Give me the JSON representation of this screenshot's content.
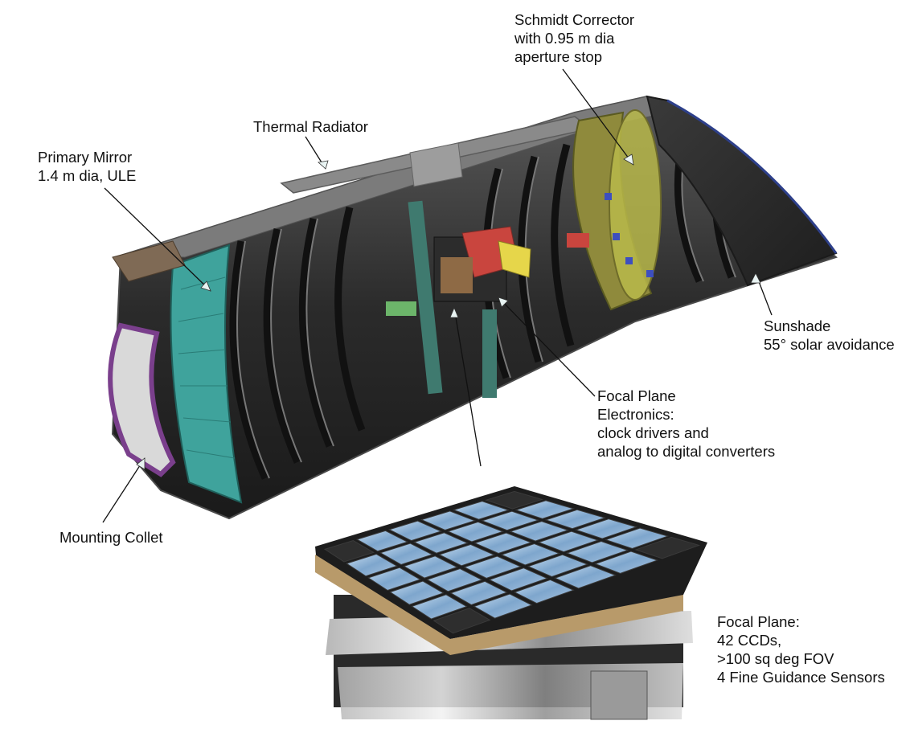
{
  "labels": {
    "schmidt": [
      "Schmidt Corrector",
      "with 0.95 m dia",
      "aperture stop"
    ],
    "radiator": [
      "Thermal Radiator"
    ],
    "primary": [
      "Primary Mirror",
      "1.4 m dia, ULE"
    ],
    "sunshade": [
      "Sunshade",
      "55° solar avoidance"
    ],
    "fpe": [
      "Focal Plane",
      "Electronics:",
      "clock drivers and",
      "analog to digital converters"
    ],
    "collet": [
      "Mounting Collet"
    ],
    "focal_plane": [
      "Focal Plane:",
      "42 CCDs,",
      ">100 sq deg FOV",
      "4 Fine Guidance Sensors"
    ]
  },
  "colors": {
    "tube_dark": "#2a2a2a",
    "tube_edge": "#6b6b6b",
    "mirror": "#3fa39c",
    "corrector": "#b9b84a",
    "collet": "#7a3f8c",
    "ccd": "#8fb4d6",
    "fpa_frame": "#1d1d1d",
    "electronics_yellow": "#e6d64a",
    "electronics_red": "#c9453e"
  }
}
